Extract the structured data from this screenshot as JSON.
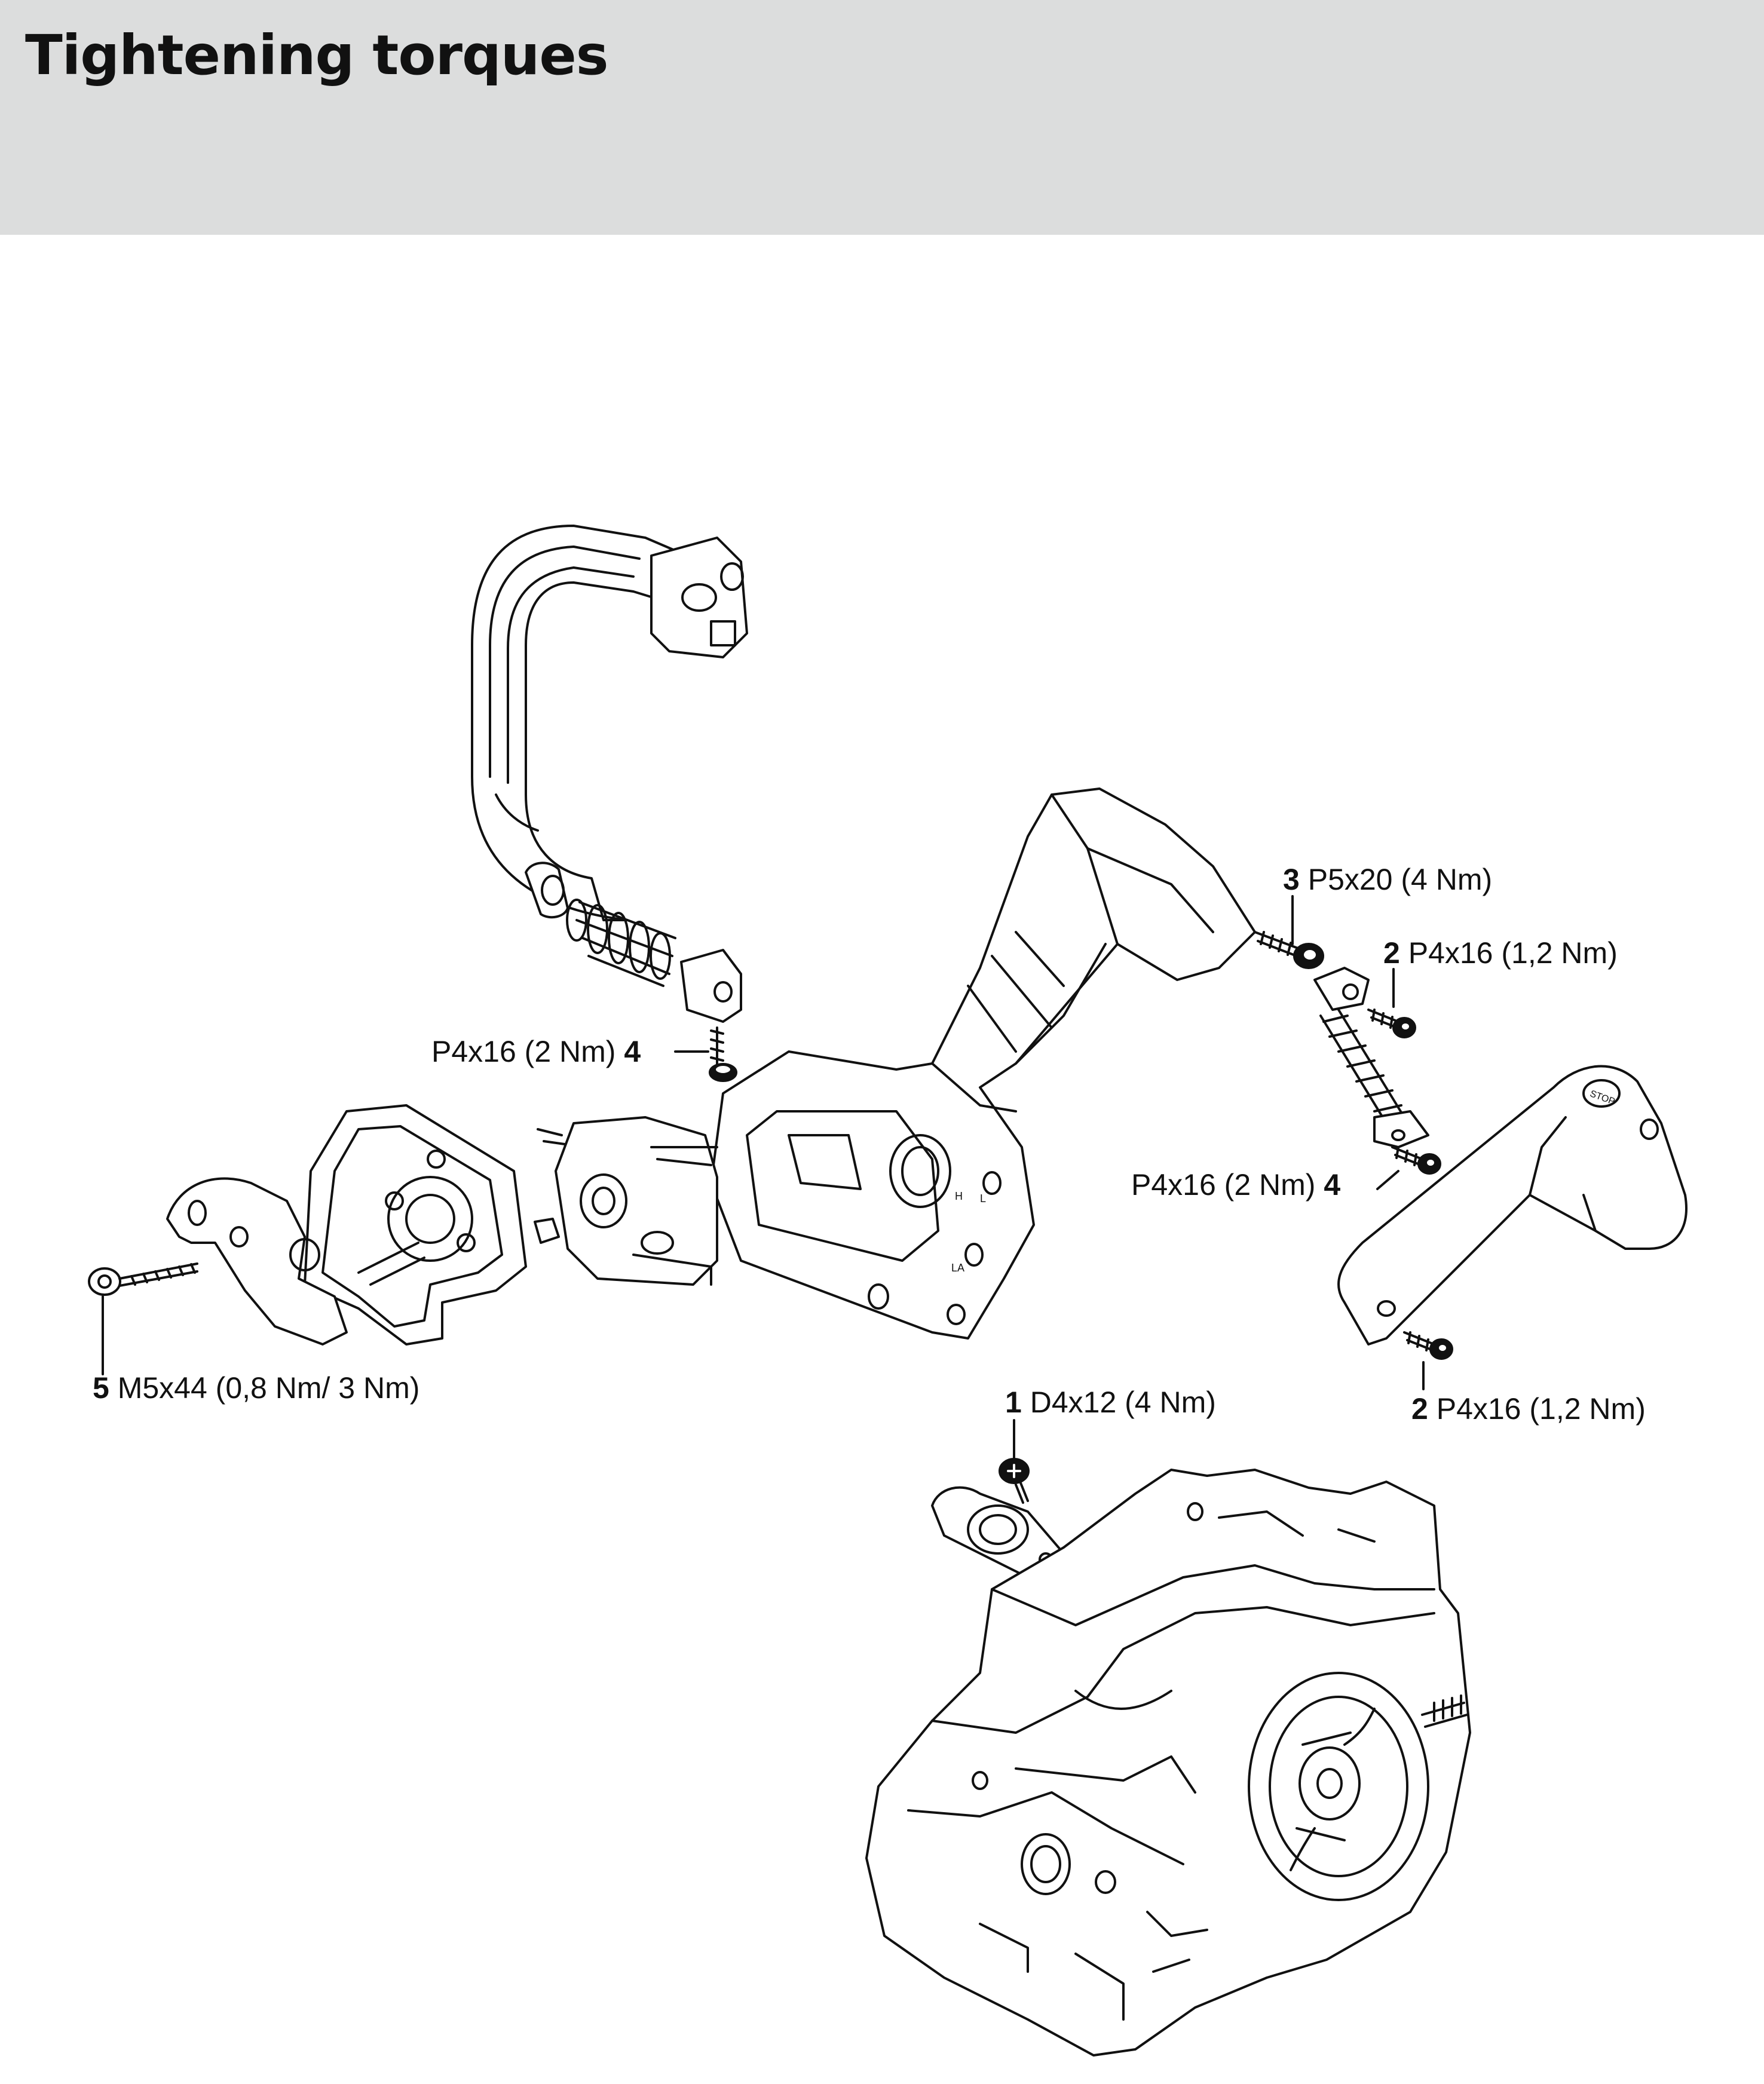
{
  "page": {
    "title": "Tightening torques",
    "header_color": "#dcdddd"
  },
  "callouts": [
    {
      "id": "c1",
      "number": "1",
      "spec": "D4x12 (4 Nm)"
    },
    {
      "id": "c2a",
      "number": "2",
      "spec": "P4x16 (1,2 Nm)"
    },
    {
      "id": "c2b",
      "number": "2",
      "spec": "P4x16 (1,2 Nm)"
    },
    {
      "id": "c3",
      "number": "3",
      "spec": "P5x20 (4 Nm)"
    },
    {
      "id": "c4a",
      "number": "4",
      "spec": "P4x16 (2 Nm)"
    },
    {
      "id": "c4b",
      "number": "4",
      "spec": "P4x16 (2 Nm)"
    },
    {
      "id": "c5",
      "number": "5",
      "spec": "M5x44 (0,8 Nm/ 3 Nm)"
    }
  ],
  "part_labels": {
    "switch_stop": "STOP",
    "mark_h": "H",
    "mark_l": "L",
    "mark_la": "LA"
  }
}
